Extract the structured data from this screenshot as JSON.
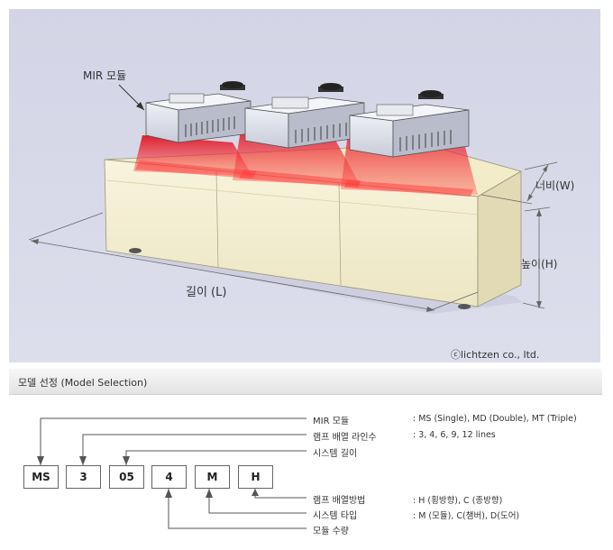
{
  "illustration": {
    "labels": {
      "mir_module": "MIR 모듈",
      "width": "너비(W)",
      "height": "높이(H)",
      "length": "길이 (L)",
      "copyright": "ⓒlichtzen co., ltd."
    }
  },
  "section": {
    "title": "모델 선정 (Model Selection)"
  },
  "model_code": {
    "boxes": [
      "MS",
      "3",
      "05",
      "4",
      "M",
      "H"
    ],
    "fields": [
      {
        "label": "MIR 모듈",
        "desc": ": MS (Single), MD (Double), MT (Triple)"
      },
      {
        "label": "램프 배열 라인수",
        "desc": ": 3, 4, 6, 9, 12 lines"
      },
      {
        "label": "시스템 길이",
        "desc": ""
      },
      {
        "label": "램프 배열방법",
        "desc": ": H (횡방향), C (종방향)"
      },
      {
        "label": "시스템 타입",
        "desc": ": M (모듈), C(챔버), D(도어)"
      },
      {
        "label": "모듈 수량",
        "desc": ""
      }
    ]
  },
  "colors": {
    "scene_background": "#d6d8ea",
    "header_gradient_end": "#e3e3e3",
    "uv_glow": "#e0202a",
    "box_border": "#666666"
  }
}
